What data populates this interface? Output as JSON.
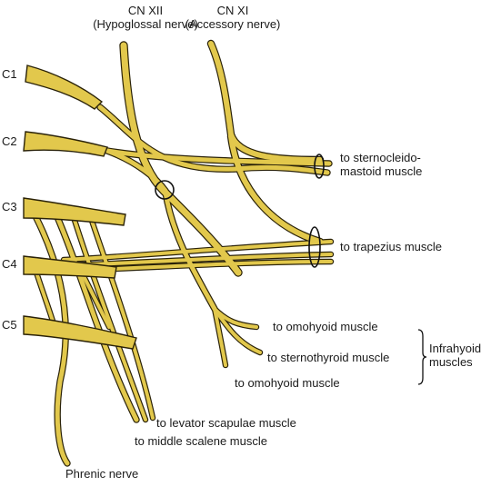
{
  "colors": {
    "nerve": "#e2c84c",
    "outline": "#2a2208",
    "text": "#1a1a1a"
  },
  "header": {
    "cn12_line1": "CN XII",
    "cn12_line2": "(Hypoglossal nerve)",
    "cn11_line1": "CN XI",
    "cn11_line2": "(Accessory nerve)"
  },
  "roots": [
    "C1",
    "C2",
    "C3",
    "C4",
    "C5"
  ],
  "targets": {
    "scm_line1": "to sternocleido-",
    "scm_line2": "mastoid muscle",
    "trapezius": "to trapezius muscle",
    "omohyoid_upper": "to omohyoid muscle",
    "sternothyroid": "to sternothyroid muscle",
    "omohyoid_lower": "to omohyoid muscle",
    "infrahyoid_line1": "Infrahyoid",
    "infrahyoid_line2": "muscles",
    "levator": "to levator scapulae muscle",
    "middle_scalene": "to middle scalene muscle",
    "phrenic": "Phrenic nerve"
  }
}
